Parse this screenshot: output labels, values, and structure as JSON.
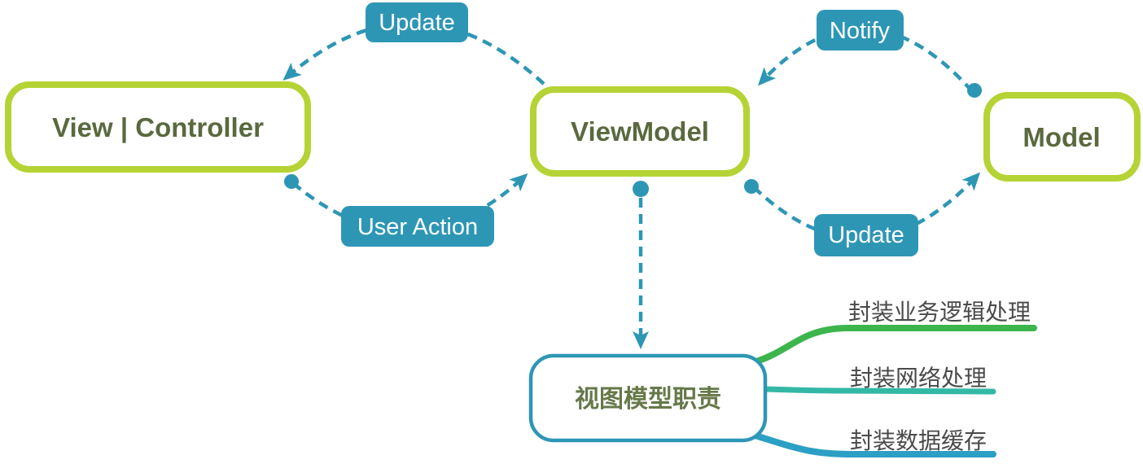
{
  "diagram": {
    "title": "MVVM architecture diagram",
    "nodes": {
      "view_controller": {
        "label": "View | Controller"
      },
      "viewmodel": {
        "label": "ViewModel"
      },
      "model": {
        "label": "Model"
      },
      "viewmodel_responsibilities": {
        "label": "视图模型职责"
      }
    },
    "edges": {
      "update_top": {
        "label": "Update",
        "from": "ViewModel",
        "to": "View | Controller"
      },
      "user_action": {
        "label": "User Action",
        "from": "View | Controller",
        "to": "ViewModel"
      },
      "notify": {
        "label": "Notify",
        "from": "Model",
        "to": "ViewModel"
      },
      "update_bottom": {
        "label": "Update",
        "from": "ViewModel",
        "to": "Model"
      },
      "responsibility_link": {
        "label": "",
        "from": "ViewModel",
        "to": "视图模型职责"
      }
    },
    "branches": [
      {
        "label": "封装业务逻辑处理",
        "color": "#3cb54d"
      },
      {
        "label": "封装网络处理",
        "color": "#34b8a6"
      },
      {
        "label": "封装数据缓存",
        "color": "#2b9fc4"
      }
    ],
    "colors": {
      "node_border": "#b5d334",
      "node_text": "#5a693e",
      "edge_blue": "#2e96b5",
      "responsibility_border": "#2e96b5",
      "responsibility_text": "#66794a",
      "branch_text": "#4a4a4a",
      "background": "#ffffff"
    }
  }
}
